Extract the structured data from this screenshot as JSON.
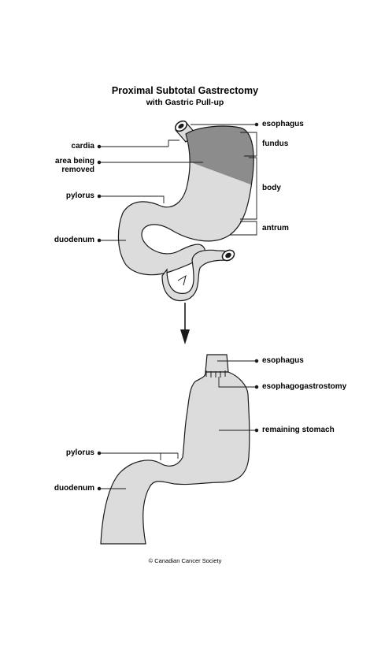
{
  "title": "Proximal Subtotal Gastrectomy",
  "subtitle": "with Gastric Pull-up",
  "before": {
    "labels_left": {
      "cardia": "cardia",
      "area_removed_1": "area being",
      "area_removed_2": "removed",
      "pylorus": "pylorus",
      "duodenum": "duodenum"
    },
    "labels_right": {
      "esophagus": "esophagus",
      "fundus": "fundus",
      "body": "body",
      "antrum": "antrum"
    }
  },
  "after": {
    "labels_left": {
      "pylorus": "pylorus",
      "duodenum": "duodenum"
    },
    "labels_right": {
      "esophagus": "esophagus",
      "anastomosis": "esophagogastrostomy",
      "remaining": "remaining stomach"
    }
  },
  "credit": "© Canadian Cancer Society",
  "colors": {
    "organ_fill": "#dcdcdc",
    "removed_fill": "#8c8c8c",
    "outline": "#1a1a1a"
  }
}
